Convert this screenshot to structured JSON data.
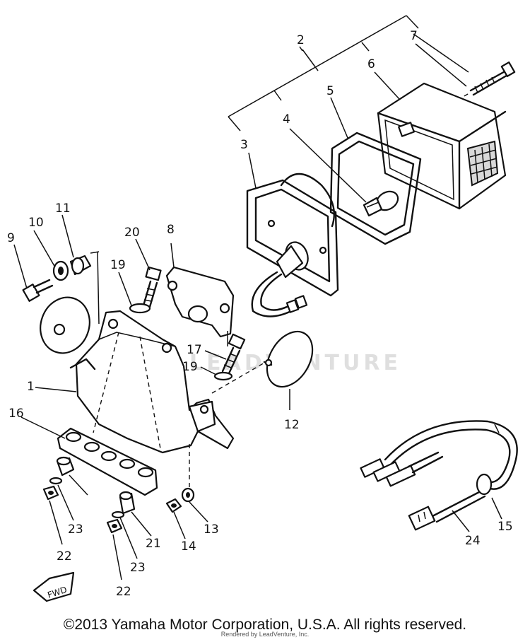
{
  "diagram": {
    "labels": {
      "n1": "1",
      "n2": "2",
      "n3": "3",
      "n4": "4",
      "n5": "5",
      "n6": "6",
      "n7": "7",
      "n8": "8",
      "n9": "9",
      "n10": "10",
      "n11": "11",
      "n12": "12",
      "n13": "13",
      "n14": "14",
      "n15": "15",
      "n16": "16",
      "n17": "17",
      "n19a": "19",
      "n19b": "19",
      "n20": "20",
      "n21": "21",
      "n22a": "22",
      "n22b": "22",
      "n23a": "23",
      "n23b": "23",
      "n24": "24"
    },
    "fwd_label": "FWD",
    "watermark": "LEADVENTURE"
  },
  "footer": {
    "copyright": "©2013 Yamaha Motor Corporation, U.S.A. All rights reserved.",
    "rendered_by": "Rendered by LeadVenture, Inc."
  }
}
